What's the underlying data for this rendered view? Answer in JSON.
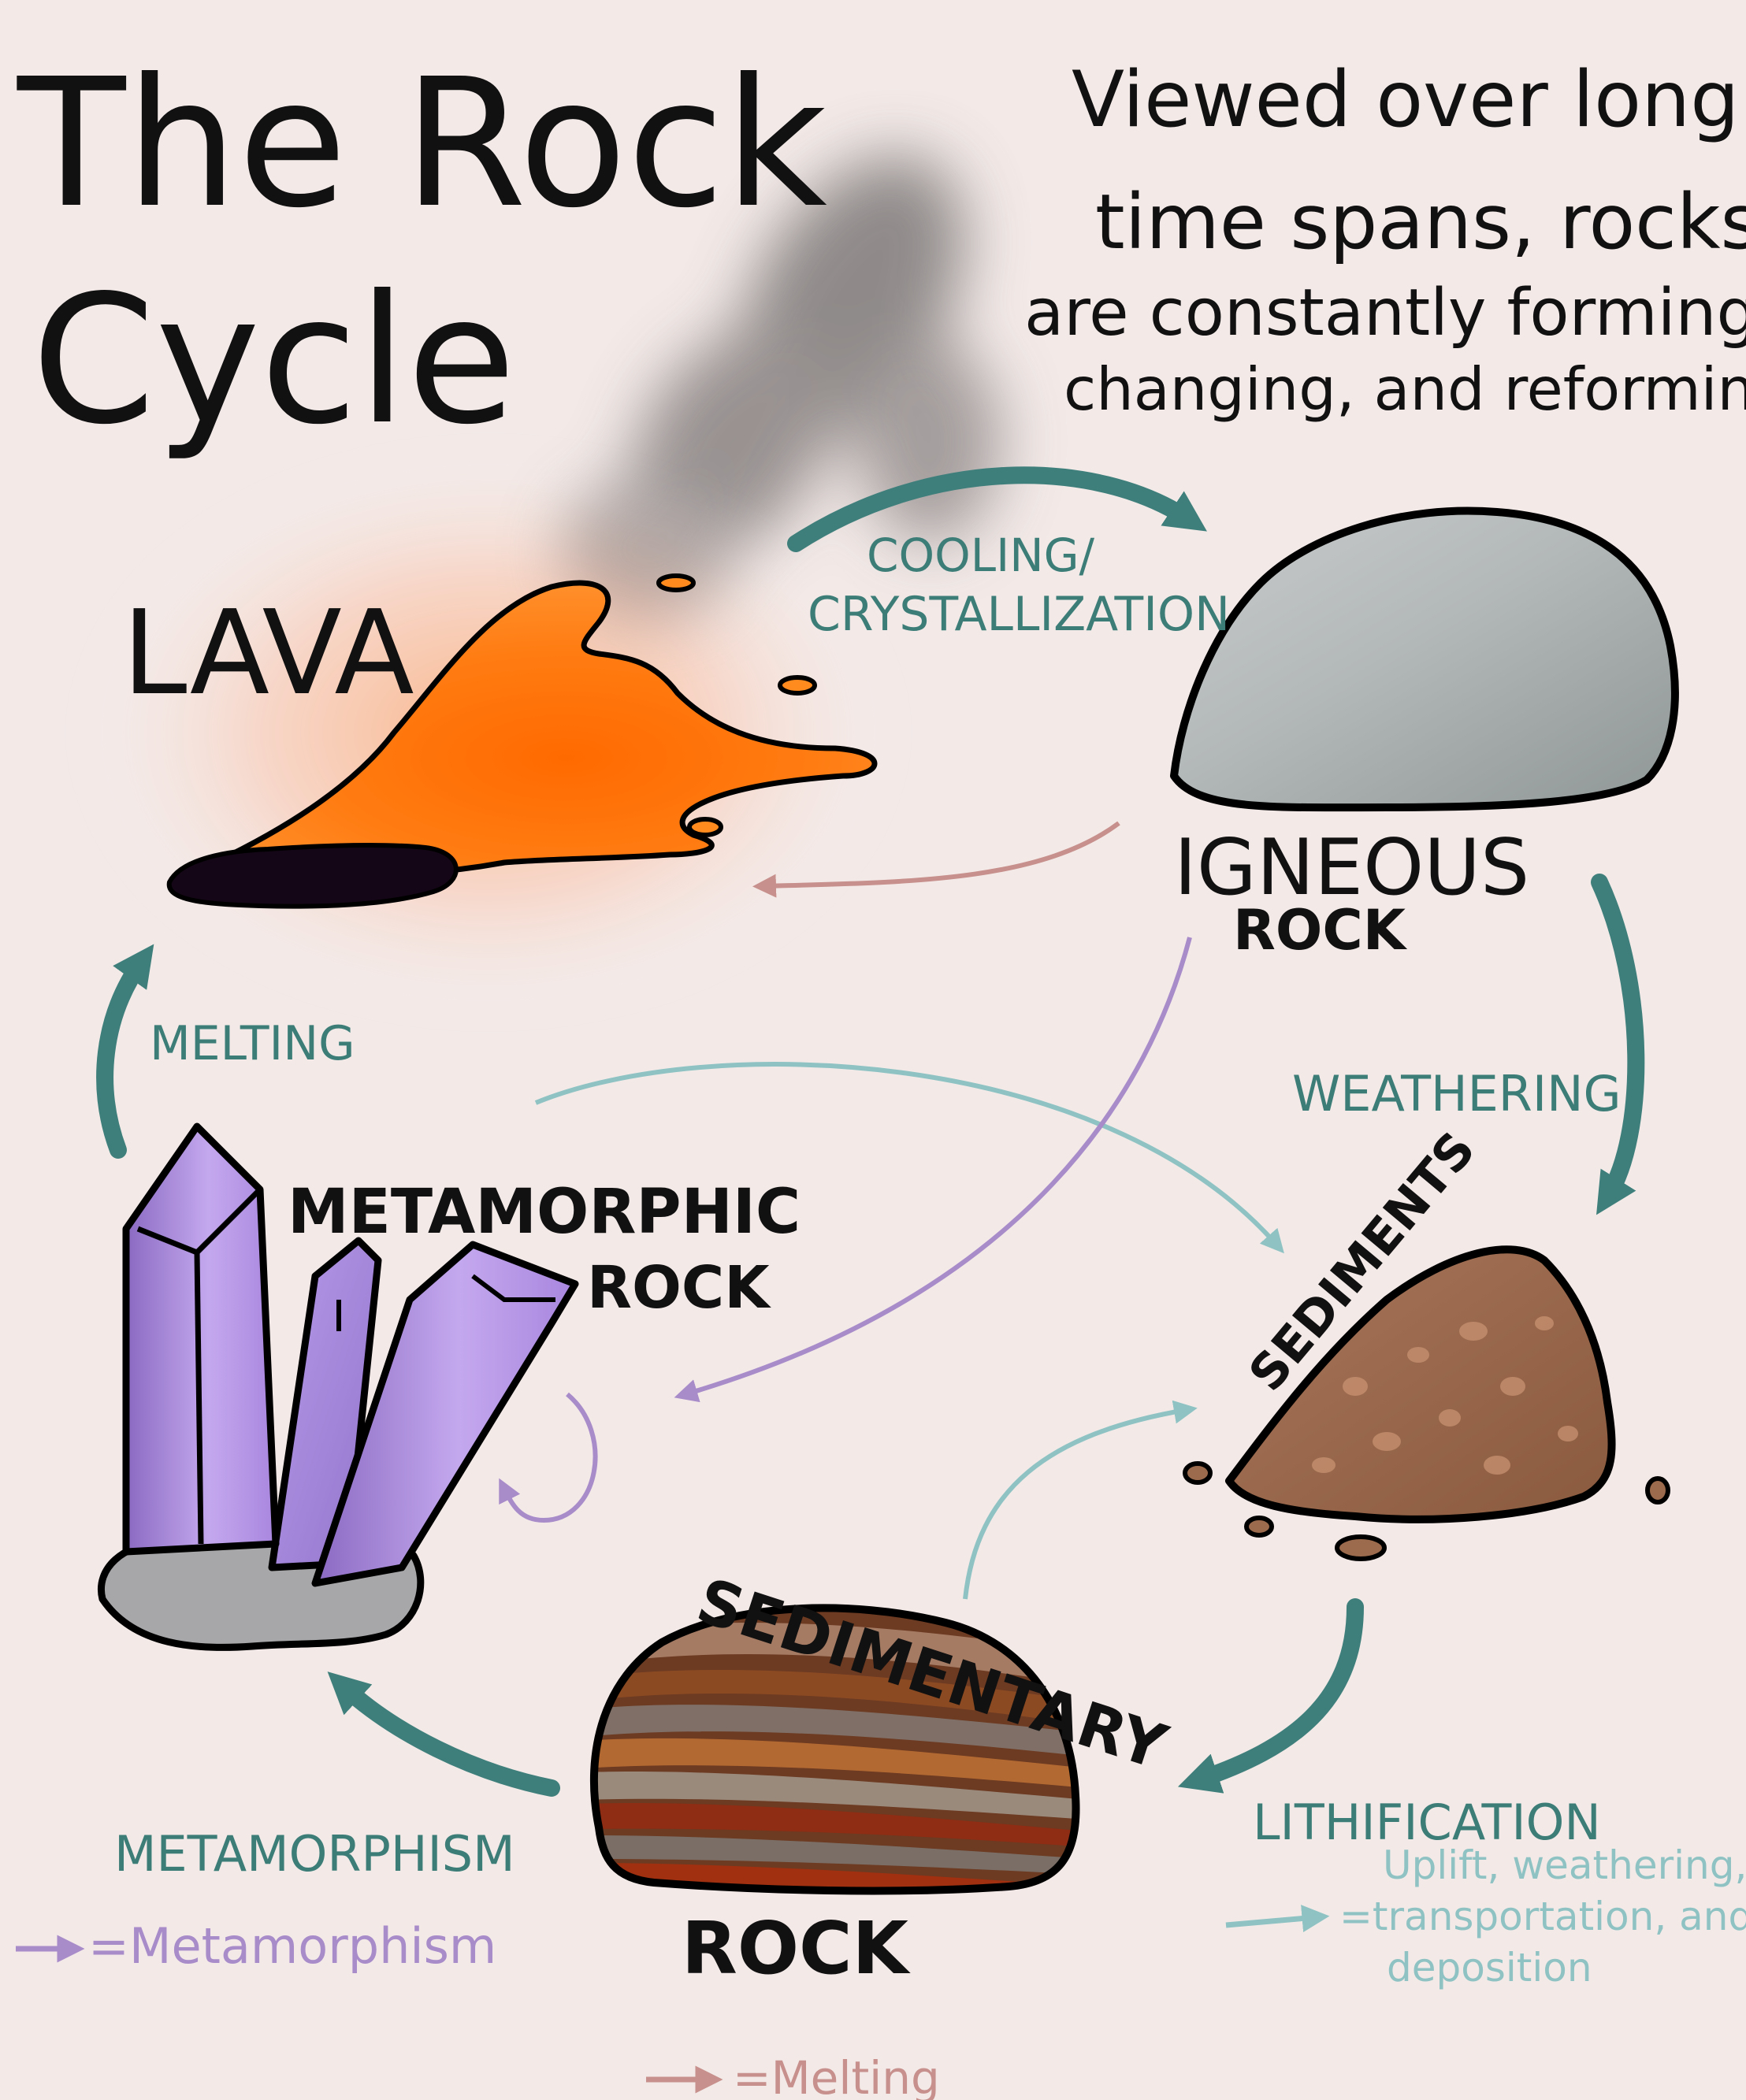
{
  "title": {
    "line1": "The Rock",
    "line2": "Cycle"
  },
  "intro": {
    "line1": "Viewed over long",
    "line2": "time spans, rocks",
    "line3": "are constantly forming,",
    "line4": "changing, and reforming."
  },
  "nodes": {
    "lava": "LAVA",
    "igneous": {
      "line1": "IGNEOUS",
      "line2": "ROCK"
    },
    "metamorphic": {
      "line1": "METAMORPHIC",
      "line2": "ROCK"
    },
    "sediments": "SEDIMENTS",
    "sedimentary": {
      "line1": "SEDIMENTARY",
      "line2": "ROCK"
    }
  },
  "processes": {
    "cooling": {
      "line1": "COOLING/",
      "line2": "CRYSTALLIZATION"
    },
    "weathering": "WEATHERING",
    "lithification": "LITHIFICATION",
    "metamorphism": "METAMORPHISM",
    "melting": "MELTING"
  },
  "legend": {
    "metamorphism": "=Metamorphism",
    "melting": "=Melting",
    "uplift": {
      "line1": "Uplift, weathering,",
      "line2": "=transportation, and",
      "line3": "deposition"
    }
  },
  "colors": {
    "background": "#f3eae8",
    "teal_arrow": "#3f7f7b",
    "teal_text": "#3d7d78",
    "light_teal": "#8fc3c3",
    "purple": "#a88bc9",
    "melting_pink": "#c7908c",
    "lava_orange": "#ff7a10",
    "igneous_gray": "#a9aeae",
    "crystal_purple": "#b08fe0",
    "sediment_brown": "#9c6a4c"
  },
  "icons": [
    "lava-icon",
    "igneous-rock-icon",
    "metamorphic-crystal-icon",
    "sediments-icon",
    "sedimentary-rock-icon",
    "smoke-icon"
  ]
}
